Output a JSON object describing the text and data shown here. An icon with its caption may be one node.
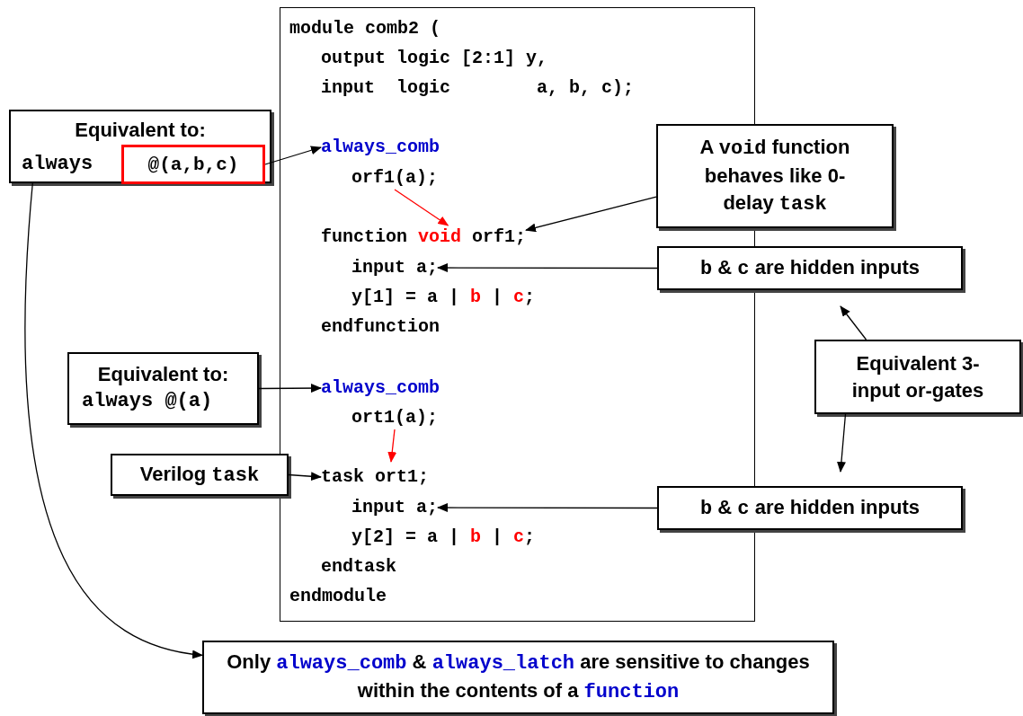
{
  "diagram": {
    "nodes": [
      {
        "text": [],
        "shape": "box"
      },
      {
        "text": [
          "module comb2 ("
        ],
        "in": 0
      },
      {
        "text": [
          "output logic [2:1] y,"
        ],
        "in": 0
      },
      {
        "text": [
          "input  logic        a, b, c);"
        ],
        "in": 0
      },
      {
        "text": [
          "Equivalent to:",
          "always"
        ]
      },
      {
        "text": [
          "@(a,b,c)"
        ],
        "in": 4
      },
      {
        "text": [
          "always_comb"
        ],
        "in": 0
      },
      {
        "text": [
          "A *void* function behaves like 0-delay *task*"
        ]
      },
      {
        "text": [
          "orf1(a);"
        ],
        "in": 0
      },
      {
        "text": [
          "function *void* orf1;"
        ],
        "in": 0
      },
      {
        "text": [
          "input a;"
        ],
        "in": 0
      },
      {
        "text": [
          "*b* & *c* are hidden inputs"
        ]
      },
      {
        "text": [
          "y[1] = a | *b* | *c*;"
        ],
        "in": 0
      },
      {
        "text": [
          "endfunction"
        ],
        "in": 0
      },
      {
        "text": [
          "Equivalent 3-input or-gates"
        ]
      },
      {
        "text": [
          "Equivalent to:",
          "always @(a)"
        ]
      },
      {
        "text": [
          "always_comb"
        ],
        "in": 0
      },
      {
        "text": [
          "ort1(a);"
        ],
        "in": 0
      },
      {
        "text": [
          "Verilog *task*"
        ]
      },
      {
        "text": [
          "task ort1;"
        ],
        "in": 0
      },
      {
        "text": [
          "input a;"
        ],
        "in": 0
      },
      {
        "text": [
          "*b* & *c* are hidden inputs"
        ]
      },
      {
        "text": [
          "y[2] = a | *b* | *c*;"
        ],
        "in": 0
      },
      {
        "text": [
          "endtask"
        ],
        "in": 0
      },
      {
        "text": [
          "endmodule"
        ],
        "in": 0
      },
      {
        "text": [
          "Only **always_comb** & **always_latch** are sensitive to changes within the contents of a **function**"
        ]
      }
    ],
    "edges": [
      {
        "from": 5,
        "to": 6,
        "arrow": "to"
      },
      {
        "from": 8,
        "to": 9,
        "arrow": "to",
        "color": "#ff0000"
      },
      {
        "from": 7,
        "to": 9,
        "arrow": "to"
      },
      {
        "from": 11,
        "to": 10,
        "arrow": "to"
      },
      {
        "from": 14,
        "to": 11,
        "arrow": "to"
      },
      {
        "from": 14,
        "to": 21,
        "arrow": "to"
      },
      {
        "from": 15,
        "to": 16,
        "arrow": "to"
      },
      {
        "from": 17,
        "to": 19,
        "arrow": "to",
        "color": "#ff0000"
      },
      {
        "from": 18,
        "to": 19,
        "arrow": "to"
      },
      {
        "from": 21,
        "to": 20,
        "arrow": "to"
      },
      {
        "from": 4,
        "to": 25,
        "arrow": "to"
      }
    ]
  }
}
